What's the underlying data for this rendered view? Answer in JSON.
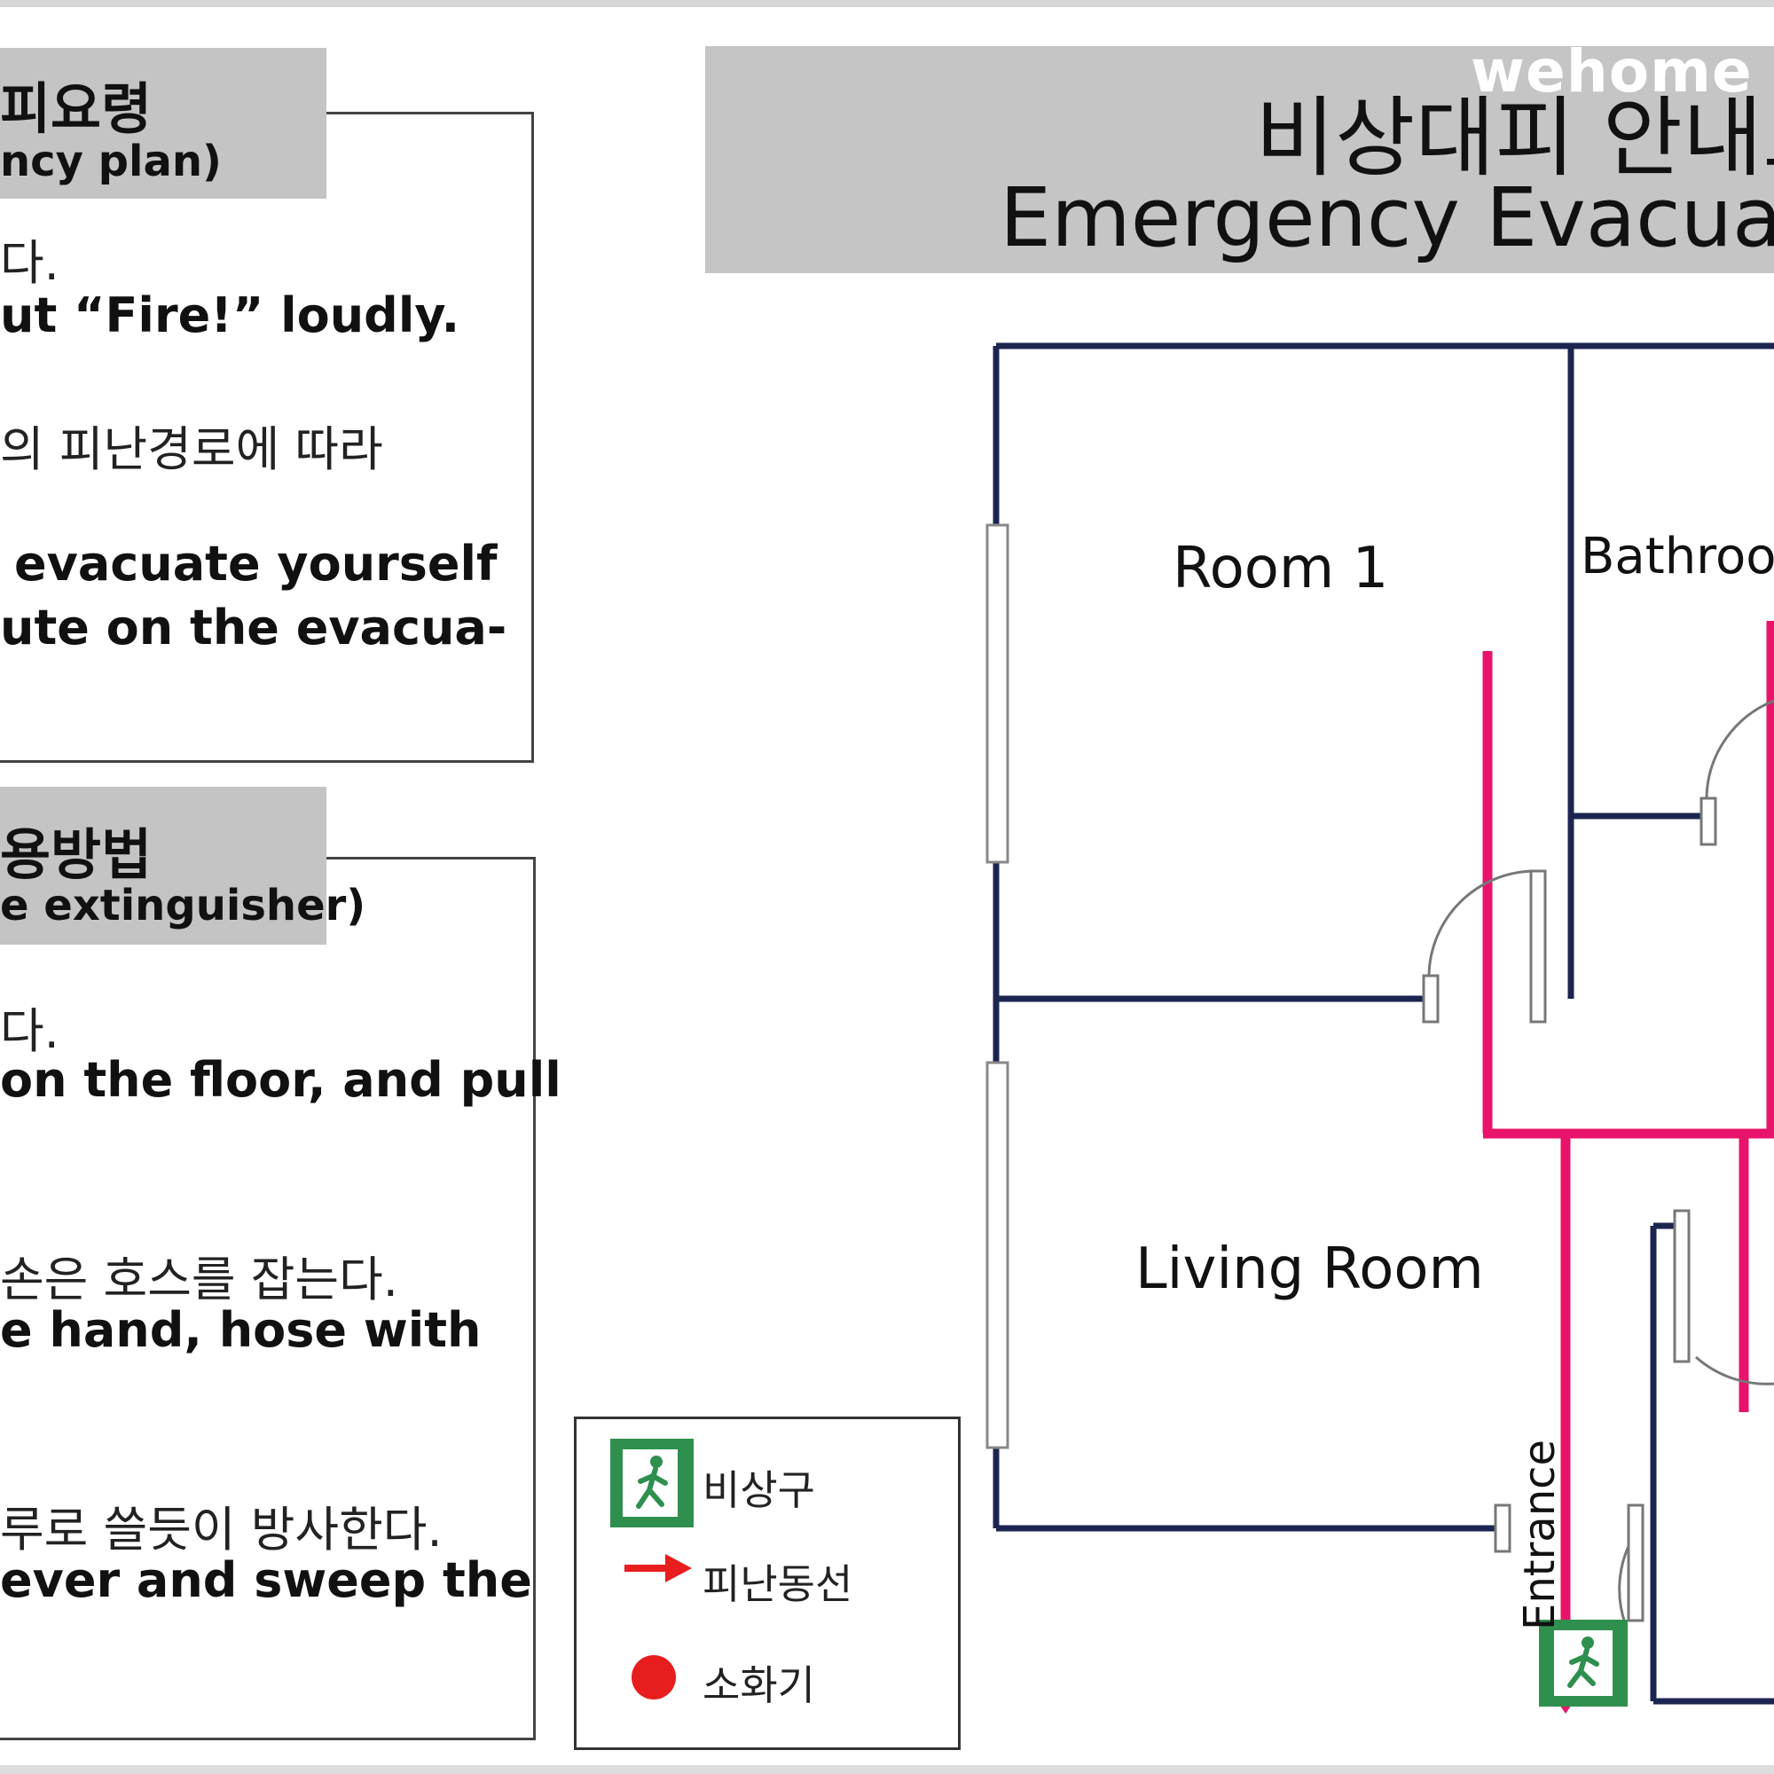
{
  "watermark": "wehome",
  "title": {
    "korean": "비상대피 안내도",
    "english": "Emergency Evacuation"
  },
  "panels": [
    {
      "header_ko": "피요령",
      "header_en": "ncy plan)",
      "lines": [
        {
          "text": "다.",
          "lang": "ko"
        },
        {
          "text": "ut “Fire!” loudly.",
          "lang": "en"
        },
        {
          "text": "의 피난경로에 따라",
          "lang": "ko"
        },
        {
          "text": "evacuate yourself",
          "lang": "en"
        },
        {
          "text": "ute on the evacua-",
          "lang": "en"
        }
      ]
    },
    {
      "header_ko": "용방법",
      "header_en": "e extinguisher)",
      "lines": [
        {
          "text": "다.",
          "lang": "ko"
        },
        {
          "text": "on the floor, and pull",
          "lang": "en"
        },
        {
          "text": "손은 호스를 잡는다.",
          "lang": "ko"
        },
        {
          "text": "e hand, hose with",
          "lang": "en"
        },
        {
          "text": "루로 쓸듯이 방사한다.",
          "lang": "ko"
        },
        {
          "text": "ever and sweep the",
          "lang": "en"
        }
      ]
    }
  ],
  "floor_plan": {
    "rooms": {
      "room1": "Room 1",
      "bathroom": "Bathroo",
      "living_room": "Living Room",
      "entrance": "Entrance"
    }
  },
  "legend": {
    "items": [
      {
        "label": "비상구",
        "icon": "emergency-exit-icon"
      },
      {
        "label": "피난동선",
        "icon": "red-arrow-icon"
      },
      {
        "label": "소화기",
        "icon": "red-dot-icon"
      }
    ]
  },
  "colors": {
    "wall": "#1c2550",
    "route": "#e8136a",
    "exit_green": "#2f8f4e",
    "extinguisher_red": "#e81d1d",
    "header_gray": "#c4c4c4"
  }
}
